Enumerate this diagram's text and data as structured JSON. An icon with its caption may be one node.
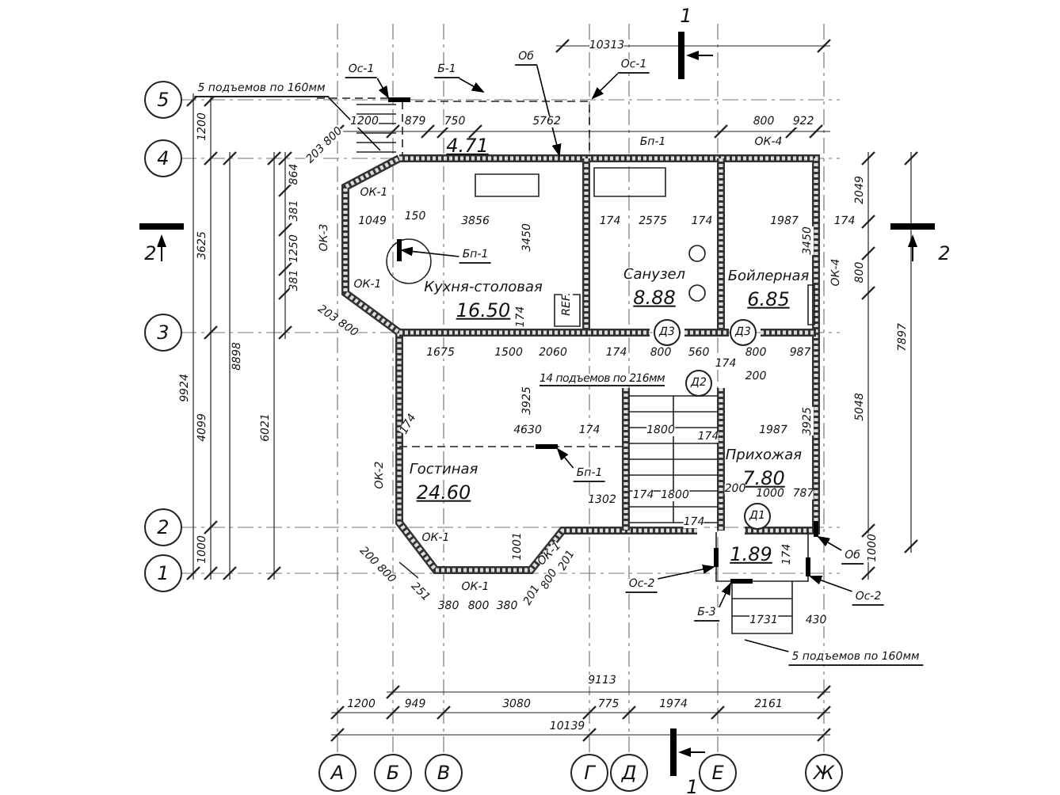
{
  "diagram": {
    "nodes": [
      {
        "text": [
          "5"
        ]
      },
      {
        "text": [
          "4"
        ]
      },
      {
        "text": [
          "3"
        ]
      },
      {
        "text": [
          "2"
        ]
      },
      {
        "text": [
          "1"
        ]
      },
      {
        "text": [
          "А"
        ]
      },
      {
        "text": [
          "Б"
        ]
      },
      {
        "text": [
          "В"
        ]
      },
      {
        "text": [
          "Г"
        ]
      },
      {
        "text": [
          "Д"
        ]
      },
      {
        "text": [
          "Е"
        ]
      },
      {
        "text": [
          "Ж"
        ]
      },
      {
        "text": [
          "4.71"
        ]
      },
      {
        "text": [
          "Кухня-столовая",
          "16.50"
        ]
      },
      {
        "text": [
          "Санузел",
          "8.88"
        ]
      },
      {
        "text": [
          "Бойлерная",
          "6.85"
        ]
      },
      {
        "text": [
          "Гостиная",
          "24.60"
        ]
      },
      {
        "text": [
          "Прихожая",
          "7.80"
        ]
      },
      {
        "text": [
          "1.89"
        ]
      },
      {
        "text": [
          "Д3"
        ]
      },
      {
        "text": [
          "Д3"
        ]
      },
      {
        "text": [
          "Д2"
        ]
      },
      {
        "text": [
          "Д1"
        ]
      },
      {
        "text": [
          "5 подъемов по 160мм"
        ]
      },
      {
        "text": [
          "Ос-1"
        ]
      },
      {
        "text": [
          "Б-1"
        ]
      },
      {
        "text": [
          "Об"
        ]
      },
      {
        "text": [
          "Ос-1"
        ]
      },
      {
        "text": [
          "Бп-1"
        ]
      },
      {
        "text": [
          "Бп-1"
        ]
      },
      {
        "text": [
          "Ос-2"
        ]
      },
      {
        "text": [
          "Б-3"
        ]
      },
      {
        "text": [
          "Об"
        ]
      },
      {
        "text": [
          "Ос-2"
        ]
      },
      {
        "text": [
          "5 подъемов по 160мм"
        ]
      },
      {
        "text": [],
        "shape": "bar"
      },
      {
        "text": [],
        "shape": "bar"
      },
      {
        "text": [],
        "shape": "bar"
      },
      {
        "text": [],
        "shape": "bar"
      },
      {
        "text": [],
        "shape": "bar"
      },
      {
        "text": [],
        "shape": "bar"
      },
      {
        "text": [],
        "shape": "bar"
      }
    ],
    "edges": [
      {
        "from": 23,
        "to": null,
        "arrow": "none"
      },
      {
        "from": 24,
        "to": 35,
        "arrow": "to"
      },
      {
        "from": 25,
        "to": null,
        "arrow": "to"
      },
      {
        "from": 26,
        "to": null,
        "arrow": "to"
      },
      {
        "from": 27,
        "to": null,
        "arrow": "to"
      },
      {
        "from": 28,
        "to": 36,
        "arrow": "to"
      },
      {
        "from": 29,
        "to": 37,
        "arrow": "to"
      },
      {
        "from": 30,
        "to": 38,
        "arrow": "to"
      },
      {
        "from": 31,
        "to": 39,
        "arrow": "to"
      },
      {
        "from": 32,
        "to": 41,
        "arrow": "to"
      },
      {
        "from": 33,
        "to": 40,
        "arrow": "to"
      },
      {
        "from": 34,
        "to": null,
        "arrow": "none"
      }
    ],
    "labels": [
      "10313",
      "1",
      "1200",
      "879",
      "750",
      "5762",
      "800",
      "922",
      "Бп-1",
      "ОК-4",
      "1200",
      "3625",
      "9924",
      "8898",
      "4099",
      "6021",
      "1000",
      "864",
      "381",
      "1250",
      "381",
      "203 800",
      "ОК-1",
      "ОК-3",
      "1049",
      "150",
      "3856",
      "3450",
      "174",
      "ОК-1",
      "203 800",
      "REF.",
      "174",
      "2575",
      "174",
      "1987",
      "174",
      "3450",
      "2049",
      "800",
      "ОК-4",
      "7897",
      "5048",
      "2",
      "2",
      "1675",
      "1500",
      "2060",
      "174",
      "800",
      "560",
      "174",
      "800",
      "987",
      "14 подъемов по 216мм",
      "200",
      "3925",
      "174",
      "4630",
      "174",
      "1800",
      "174",
      "1987",
      "3925",
      "ОК-2",
      "1302",
      "174",
      "1800",
      "200",
      "1000",
      "787",
      "174",
      "174",
      "ОК-1",
      "1001",
      "ОК-1",
      "ОК-1",
      "200 800",
      "251",
      "380",
      "800",
      "380",
      "201",
      "800",
      "201",
      "1731",
      "430",
      "1000",
      "9113",
      "1200",
      "949",
      "3080",
      "775",
      "1974",
      "2161",
      "10139",
      "1"
    ]
  }
}
